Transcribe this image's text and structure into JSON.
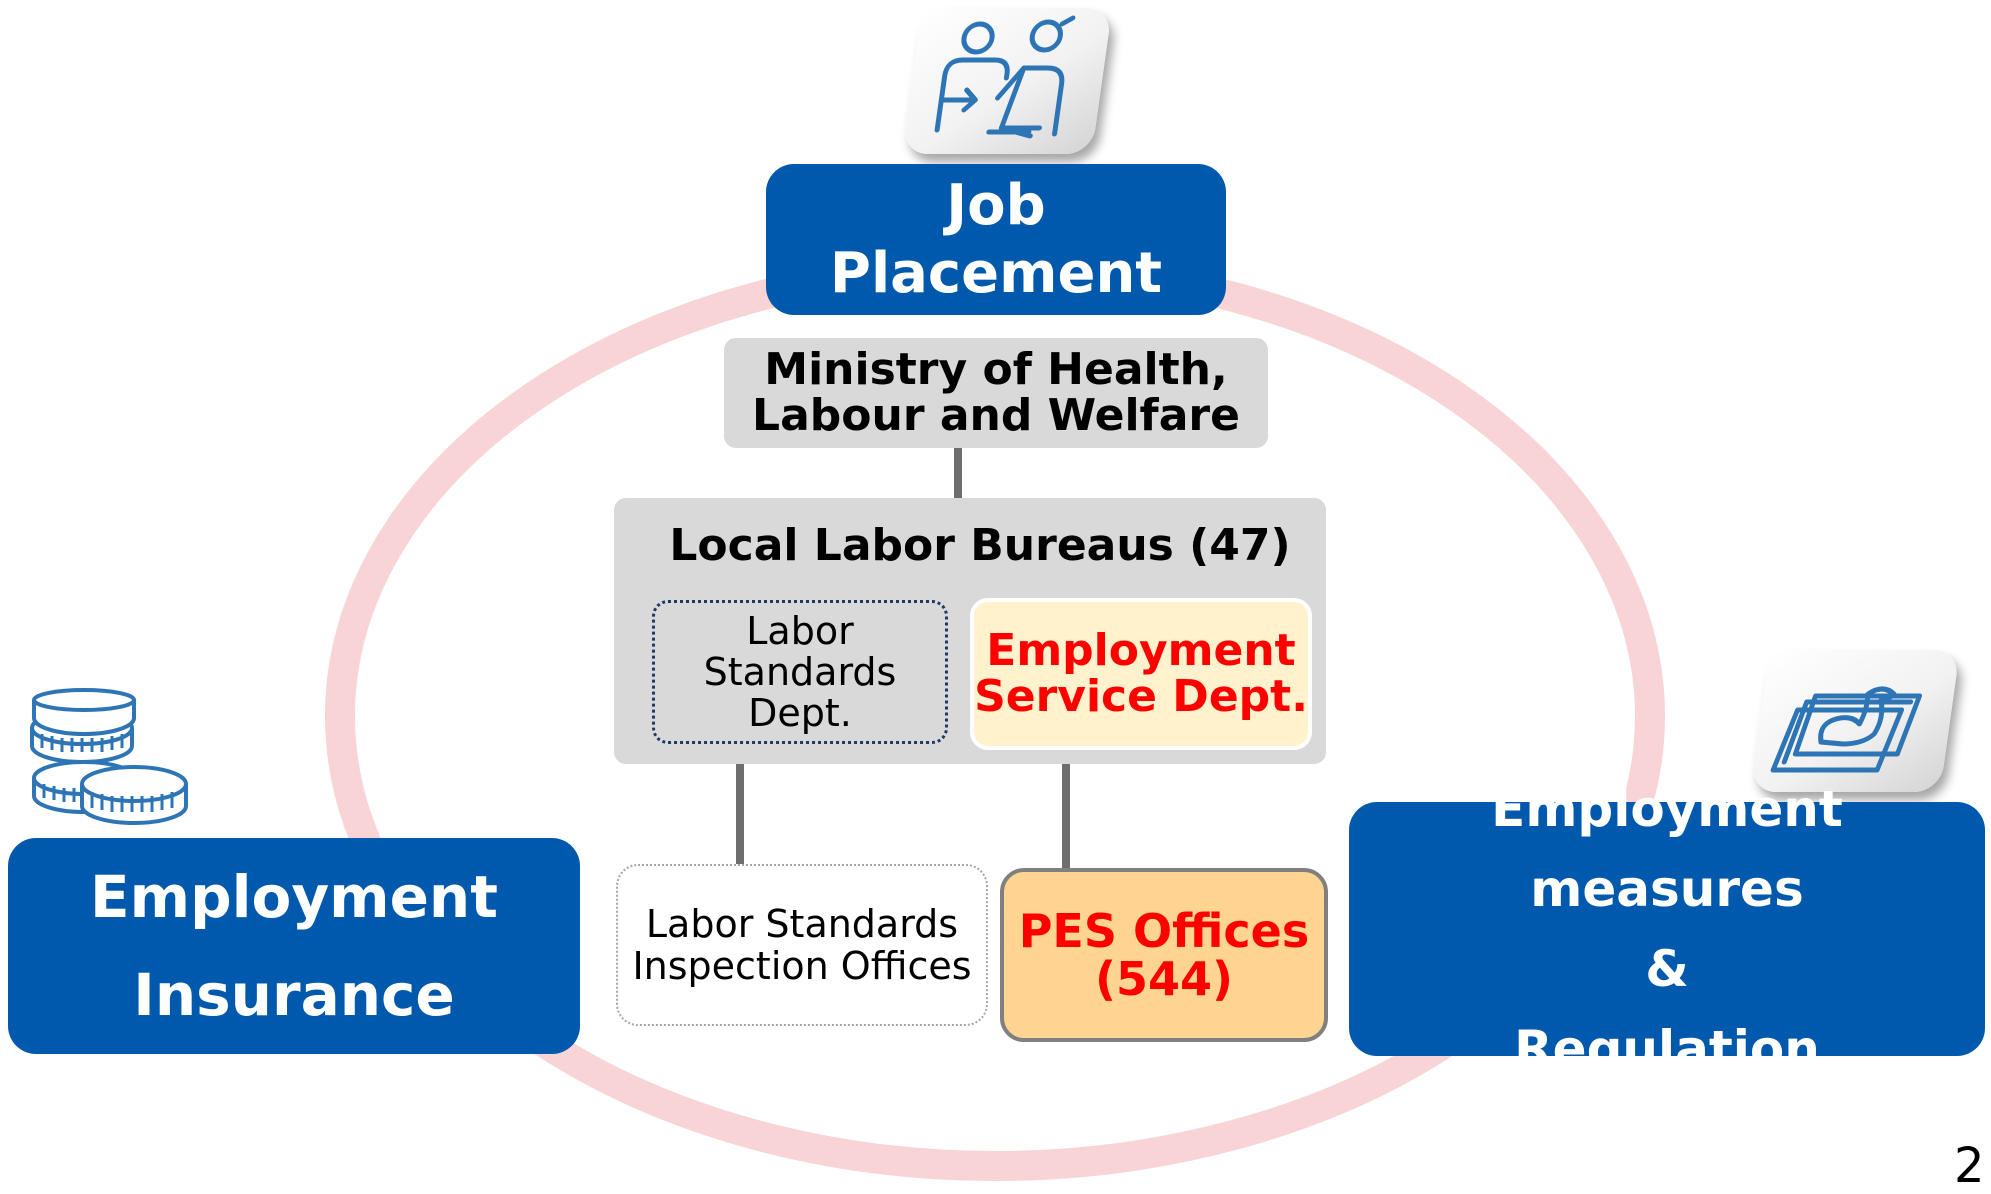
{
  "job_placement": {
    "line1": "Job",
    "line2": "Placement"
  },
  "ministry": {
    "line1": "Ministry of Health,",
    "line2": "Labour and Welfare"
  },
  "bureau": {
    "title": "Local Labor Bureaus (47)"
  },
  "labor_standards_dept": {
    "line1": "Labor",
    "line2": "Standards",
    "line3": "Dept."
  },
  "employment_service_dept": {
    "line1": "Employment",
    "line2": "Service Dept."
  },
  "inspection_offices": {
    "line1": "Labor Standards",
    "line2": "Inspection Offices"
  },
  "pes_offices": {
    "line1": "PES Offices",
    "line2": "(544)"
  },
  "employment_insurance": {
    "line1": "Employment",
    "line2": "Insurance"
  },
  "employment_measures": {
    "line1": "Employment measures",
    "line2": "&",
    "line3": "Regulation"
  },
  "page_number": "2",
  "colors": {
    "primary_blue": "#0059ad",
    "ring_pink": "#f8d4d7",
    "bureau_gray": "#d9d9d9",
    "highlight_red": "#ff0000",
    "esd_fill": "#fff2cc",
    "pes_fill": "#ffd591"
  },
  "icons": [
    "consultation-icon",
    "coins-icon",
    "strength-document-icon"
  ]
}
